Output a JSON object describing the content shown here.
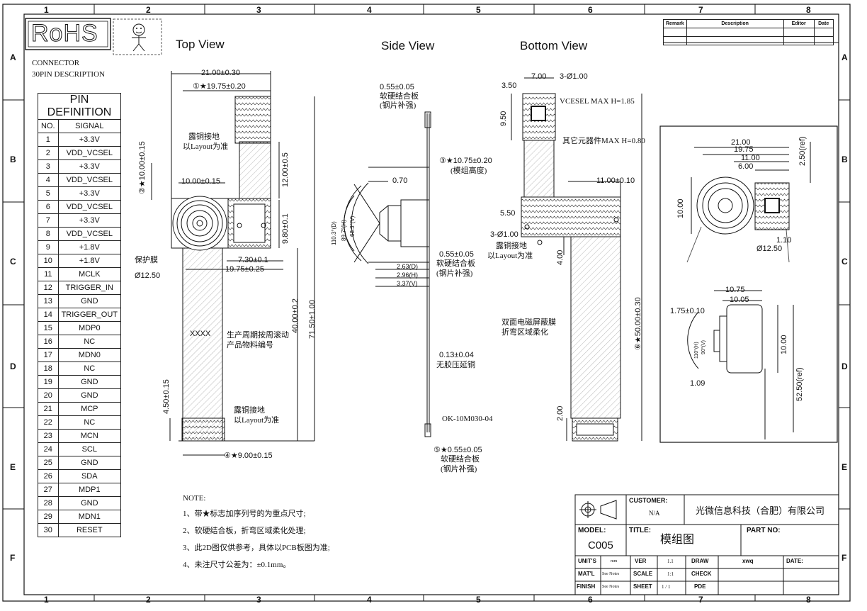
{
  "border": {
    "cols": [
      "1",
      "2",
      "3",
      "4",
      "5",
      "6",
      "7",
      "8"
    ],
    "rows": [
      "A",
      "B",
      "C",
      "D",
      "E",
      "F"
    ]
  },
  "logo": {
    "text": "RoHS"
  },
  "header": {
    "connector": "CONNECTOR",
    "description": "30PIN DESCRIPTION"
  },
  "views": {
    "top": "Top View",
    "side": "Side View",
    "bottom": "Bottom View"
  },
  "pin_table": {
    "title": "PIN DEFINITION",
    "col_no": "NO.",
    "col_signal": "SIGNAL",
    "rows": [
      {
        "no": "1",
        "signal": "+3.3V"
      },
      {
        "no": "2",
        "signal": "VDD_VCSEL"
      },
      {
        "no": "3",
        "signal": "+3.3V"
      },
      {
        "no": "4",
        "signal": "VDD_VCSEL"
      },
      {
        "no": "5",
        "signal": "+3.3V"
      },
      {
        "no": "6",
        "signal": "VDD_VCSEL"
      },
      {
        "no": "7",
        "signal": "+3.3V"
      },
      {
        "no": "8",
        "signal": "VDD_VCSEL"
      },
      {
        "no": "9",
        "signal": "+1.8V"
      },
      {
        "no": "10",
        "signal": "+1.8V"
      },
      {
        "no": "11",
        "signal": "MCLK"
      },
      {
        "no": "12",
        "signal": "TRIGGER_IN"
      },
      {
        "no": "13",
        "signal": "GND"
      },
      {
        "no": "14",
        "signal": "TRIGGER_OUT"
      },
      {
        "no": "15",
        "signal": "MDP0"
      },
      {
        "no": "16",
        "signal": "NC"
      },
      {
        "no": "17",
        "signal": "MDN0"
      },
      {
        "no": "18",
        "signal": "NC"
      },
      {
        "no": "19",
        "signal": "GND"
      },
      {
        "no": "20",
        "signal": "GND"
      },
      {
        "no": "21",
        "signal": "MCP"
      },
      {
        "no": "22",
        "signal": "NC"
      },
      {
        "no": "23",
        "signal": "MCN"
      },
      {
        "no": "24",
        "signal": "SCL"
      },
      {
        "no": "25",
        "signal": "GND"
      },
      {
        "no": "26",
        "signal": "SDA"
      },
      {
        "no": "27",
        "signal": "MDP1"
      },
      {
        "no": "28",
        "signal": "GND"
      },
      {
        "no": "29",
        "signal": "MDN1"
      },
      {
        "no": "30",
        "signal": "RESET"
      }
    ]
  },
  "top_view": {
    "dim_width": "21.00±0.30",
    "dim_1": "①★19.75±0.20",
    "dim_2": "②★10.00±0.15",
    "dim_lens_w": "10.00±0.15",
    "dim_12": "12.00±0.5",
    "dim_980": "9.80±0.1",
    "dim_730": "7.30±0.1",
    "dim_1975": "19.75±0.25",
    "dim_40": "40.00±0.2",
    "dim_7150": "71.50±1.00",
    "dim_450": "4.50±0.15",
    "dim_4": "④★9.00±0.15",
    "note_copper_1": "露铜接地",
    "note_copper_2": "以Layout为准",
    "note_protect": "保护膜",
    "note_d1250": "Ø12.50",
    "note_xxxx": "XXXX",
    "note_period_1": "生产周期按周滚动",
    "note_period_2": "产品物料编号",
    "note_copper2_1": "露铜接地",
    "note_copper2_2": "以Layout为准"
  },
  "side_view": {
    "dim_055_top": "0.55±0.05",
    "dim_055_top_1": "软硬结合板",
    "dim_055_top_2": "(钢片补强)",
    "dim_3": "③★10.75±0.20",
    "dim_3_note": "(模组高度)",
    "dim_070": "0.70",
    "angle_d": "110.3°(D)",
    "angle_h": "89.7°(H)",
    "angle_v": "68.3°(V)",
    "dim_055_mid": "0.55±0.05",
    "dim_055_mid_1": "软硬结合板",
    "dim_055_mid_2": "(钢片补强)",
    "dim_263": "2.63(D)",
    "dim_296": "2.96(H)",
    "dim_337": "3.37(V)",
    "dim_013": "0.13±0.04",
    "dim_013_note": "无胶压延铜",
    "part": "OK-10M030-04",
    "dim_5": "⑤★0.55±0.05",
    "dim_5_1": "软硬结合板",
    "dim_5_2": "(钢片补强)"
  },
  "bottom_view": {
    "dim_700": "7.00",
    "dim_3d1": "3-Ø1.00",
    "dim_350": "3.50",
    "dim_950": "9.50",
    "vcsel": "VCESEL MAX H=1.85",
    "other": "其它元器件MAX H=0.80",
    "dim_1100": "11.00±0.10",
    "dim_550": "5.50",
    "dim_3d1b": "3-Ø1.00",
    "copper_1": "露铜接地",
    "copper_2": "以Layout为准",
    "dim_400": "4.00",
    "emi_1": "双面电磁屏蔽膜",
    "emi_2": "折弯区域柔化",
    "dim_6": "⑥★50.00±0.30",
    "dim_200": "2.00"
  },
  "inset": {
    "dim_21": "21.00",
    "dim_1975": "19.75",
    "dim_11": "11.00",
    "dim_6": "6.00",
    "dim_250": "2.50(ref)",
    "dim_10": "10.00",
    "dim_110": "1.10",
    "dim_d1250": "Ø12.50",
    "dim_1075": "10.75",
    "dim_1005": "10.05",
    "dim_175": "1.75±0.10",
    "dim_10b": "10.00",
    "dim_109": "1.09",
    "dim_5250": "52.50(ref)",
    "angle_h": "110°(H)",
    "angle_v": "90°(V)"
  },
  "notes": {
    "title": "NOTE:",
    "items": [
      "1、带★标志加序列号的为重点尺寸;",
      "2、软硬结合板，折弯区域柔化处理;",
      "3、此2D图仅供参考，具体以PCB板图为准;",
      "4、未注尺寸公差为：±0.1mm。"
    ]
  },
  "revision": {
    "remark": "Remark",
    "description": "Description",
    "editor": "Editor",
    "date": "Date"
  },
  "title_block": {
    "customer_label": "CUSTOMER:",
    "customer_value": "N/A",
    "company": "光微信息科技（合肥）有限公司",
    "model_label": "MODEL:",
    "model_value": "C005",
    "title_label": "TITLE:",
    "title_value": "模组图",
    "part_label": "PART NO:",
    "units_label": "UNIT'S",
    "units_value": "mm",
    "ver_label": "VER",
    "ver_value": "1.1",
    "draw_label": "DRAW",
    "draw_value": "xwq",
    "date_label": "DATE:",
    "matl_label": "MAT'L",
    "matl_value": "See Notes",
    "scale_label": "SCALE",
    "scale_value": "1:1",
    "check_label": "CHECK",
    "finish_label": "FINISH",
    "finish_value": "See Notes",
    "sheet_label": "SHEET",
    "sheet_value": "1 / 1",
    "pde_label": "PDE"
  },
  "colors": {
    "line": "#111111",
    "hatch": "#777777",
    "paper": "#ffffff"
  }
}
